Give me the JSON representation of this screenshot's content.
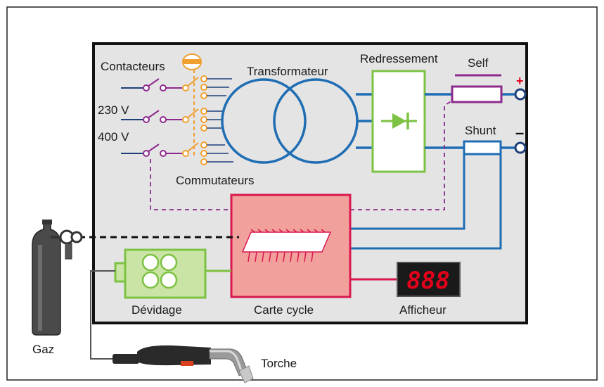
{
  "labels": {
    "contacteurs": "Contacteurs",
    "transformateur": "Transformateur",
    "redressement": "Redressement",
    "self": "Self",
    "v230": "230 V",
    "v400": "400 V",
    "shunt": "Shunt",
    "commutateurs": "Commutateurs",
    "devidage": "Dévidage",
    "carte_cycle": "Carte cycle",
    "afficheur": "Afficheur",
    "gaz": "Gaz",
    "torche": "Torche",
    "plus": "+",
    "minus": "–"
  },
  "display": {
    "digits": "888"
  },
  "colors": {
    "panel": "#e4e4e4",
    "transformer": "#1f6db3",
    "rectifier": "#7dc242",
    "contactor": "#8e2a8e",
    "switch": "#f0a030",
    "card_fill": "#f2a09c",
    "card_border": "#d9184f",
    "feeder_fill": "#c9e4a4",
    "display_red": "#e3001b"
  },
  "icons": {
    "rectifier": "diode-icon",
    "chip": "microchip-icon",
    "gas": "gas-bottle-icon",
    "torch": "welding-torch-icon",
    "rollers": "wire-feed-rollers-icon"
  }
}
